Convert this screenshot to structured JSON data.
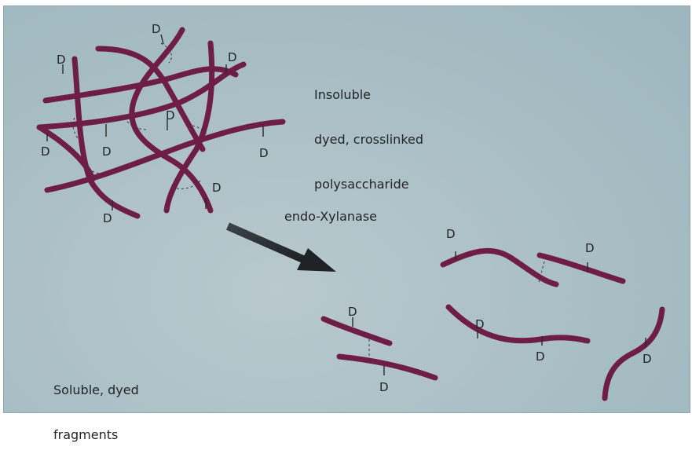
{
  "captions": {
    "insoluble_line1": "Insoluble",
    "insoluble_line2": "dyed, crosslinked",
    "insoluble_line3": "polysaccharide",
    "enzyme": "endo-Xylanase",
    "soluble_line1": "Soluble, dyed",
    "soluble_line2": "fragments"
  },
  "dye_label": "D",
  "colors": {
    "chain": "#6e1d44",
    "arrow": "#2b3238",
    "background": "#a9bec4"
  }
}
